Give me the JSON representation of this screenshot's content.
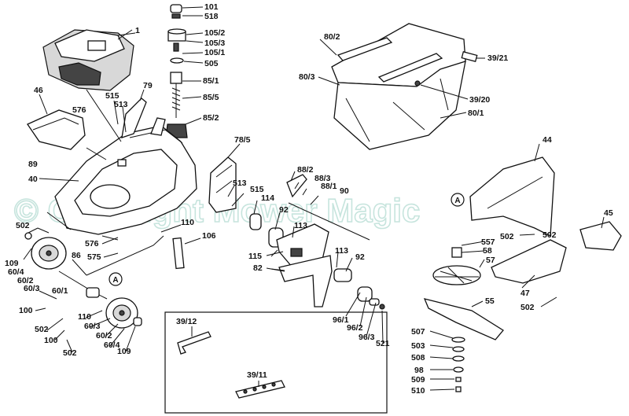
{
  "watermark": "© Copyright Mower Magic",
  "marker": "A",
  "labels": {
    "p1": "1",
    "p101": "101",
    "p518": "518",
    "p105_2": "105/2",
    "p105_3": "105/3",
    "p105_1": "105/1",
    "p505": "505",
    "p85_1": "85/1",
    "p85_5": "85/5",
    "p85_2": "85/2",
    "p80_2": "80/2",
    "p80_3": "80/3",
    "p39_21": "39/21",
    "p39_20": "39/20",
    "p80_1": "80/1",
    "p46": "46",
    "p515a": "515",
    "p513a": "513",
    "p79": "79",
    "p576a": "576",
    "p89": "89",
    "p40": "40",
    "p78_5": "78/5",
    "p513b": "513",
    "p515b": "515",
    "p114": "114",
    "p88_2": "88/2",
    "p88_3": "88/3",
    "p88_1": "88/1",
    "p90": "90",
    "p92a": "92",
    "p113a": "113",
    "p44": "44",
    "p45": "45",
    "p502a": "502",
    "p110a": "110",
    "p106": "106",
    "p109a": "109",
    "p60_4a": "60/4",
    "p60_2a": "60/2",
    "p60_3a": "60/3",
    "p86": "86",
    "p576b": "576",
    "p575": "575",
    "p115": "115",
    "p82": "82",
    "p113b": "113",
    "p92b": "92",
    "p557": "557",
    "p502b": "502",
    "p58": "58",
    "p57": "57",
    "p47": "47",
    "p60_1": "60/1",
    "p100a": "100",
    "p502c": "502",
    "p100b": "100",
    "p110b": "110",
    "p60_3b": "60/3",
    "p60_2b": "60/2",
    "p60_4b": "60/4",
    "p109b": "109",
    "p502d": "502",
    "p96_1": "96/1",
    "p96_2": "96/2",
    "p96_3": "96/3",
    "p521": "521",
    "p55": "55",
    "p502e": "502",
    "p507": "507",
    "p503": "503",
    "p508": "508",
    "p98": "98",
    "p509": "509",
    "p510": "510",
    "p39_12": "39/12",
    "p39_11": "39/11"
  }
}
